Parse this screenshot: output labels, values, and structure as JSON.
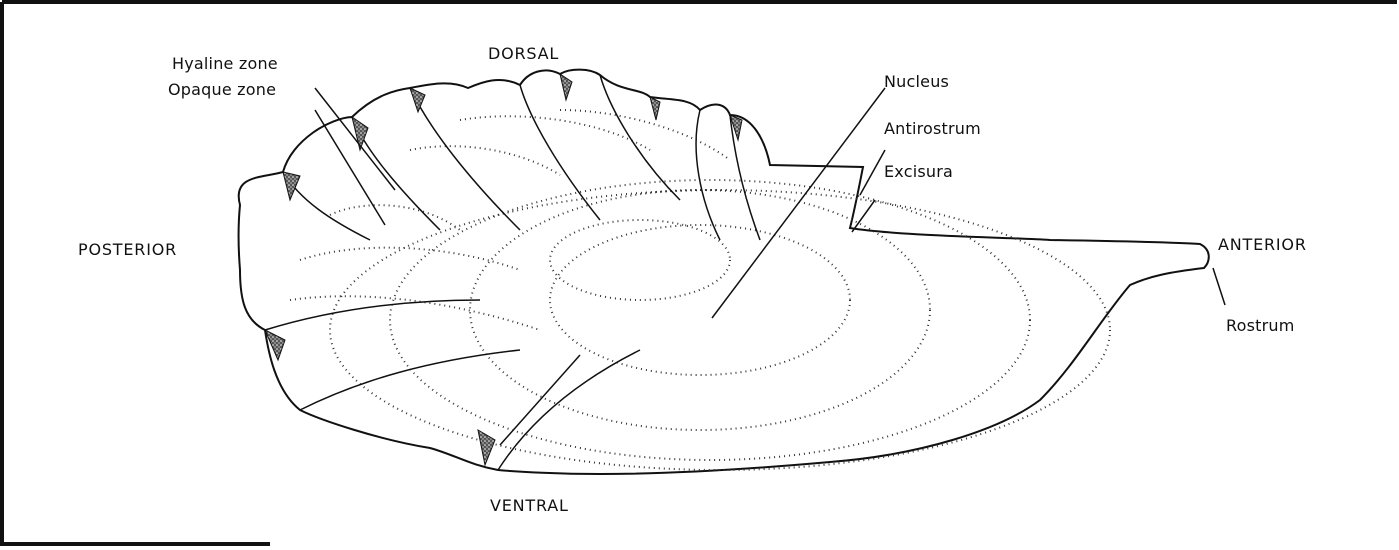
{
  "diagram": {
    "directions": {
      "dorsal": "DORSAL",
      "ventral": "VENTRAL",
      "posterior": "POSTERIOR",
      "anterior": "ANTERIOR"
    },
    "labels": {
      "hyaline_zone": "Hyaline zone",
      "opaque_zone": "Opaque zone",
      "nucleus": "Nucleus",
      "antirostrum": "Antirostrum",
      "excisura": "Excisura",
      "rostrum": "Rostrum"
    },
    "colors": {
      "ink": "#111111",
      "stipple": "#333333",
      "paper": "#ffffff"
    }
  }
}
